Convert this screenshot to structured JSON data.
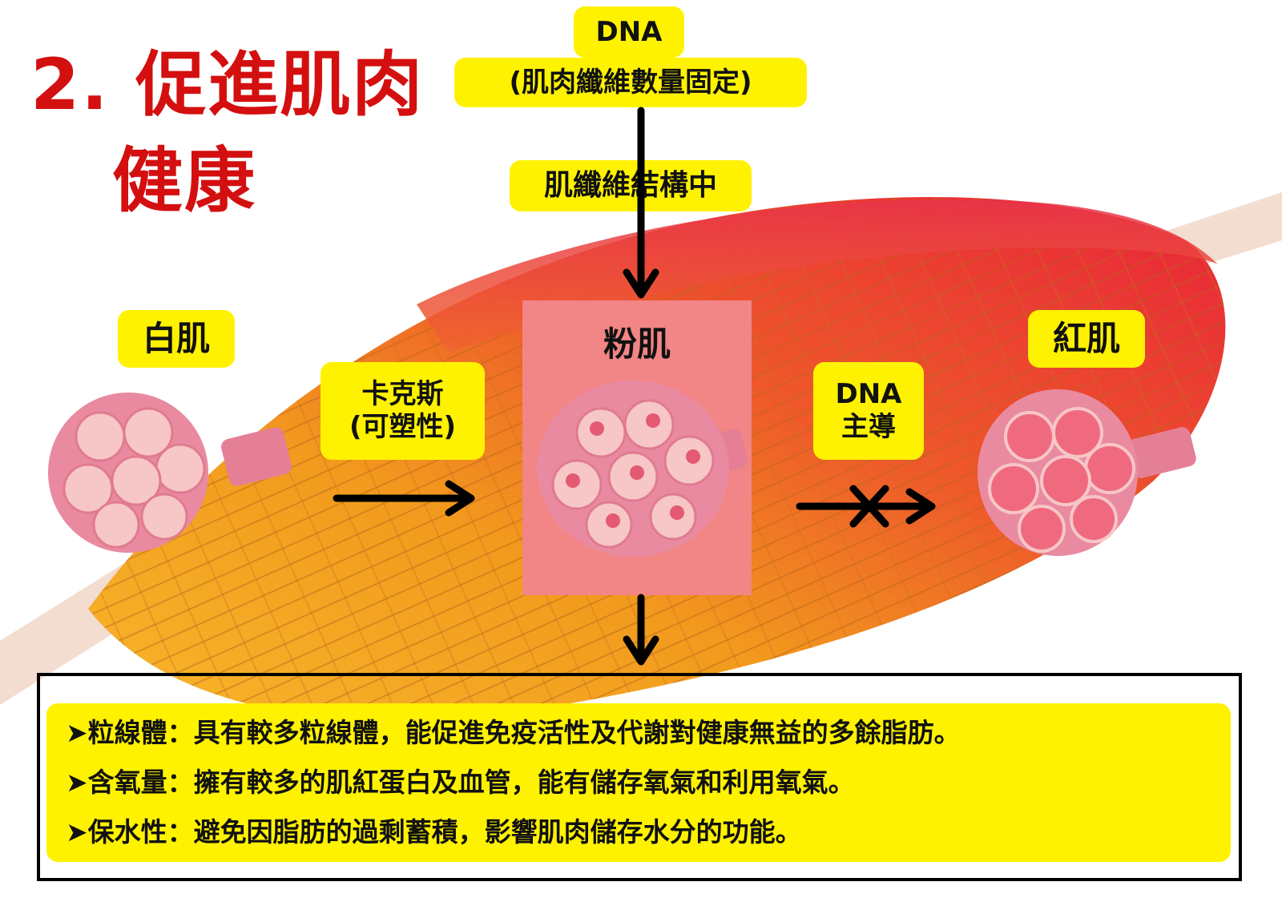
{
  "title": {
    "line1": "2. 促進肌肉",
    "line2": "健康"
  },
  "labels": {
    "dna_top": "DNA",
    "dna_fixed": "(肌肉纖維數量固定)",
    "structure": "肌纖維結構中",
    "white": "白肌",
    "pink": "粉肌",
    "red": "紅肌",
    "kakes_1": "卡克斯",
    "kakes_2": "(可塑性)",
    "dna_lead_1": "DNA",
    "dna_lead_2": "主導"
  },
  "info": [
    "➤粒線體：具有較多粒線體，能促進免疫活性及代謝對健康無益的多餘脂肪。",
    "➤含氧量：擁有較多的肌紅蛋白及血管，能有儲存氧氣和利用氧氣。",
    "➤保水性：避免因脂肪的過剩蓄積，影響肌肉儲存水分的功能。"
  ],
  "colors": {
    "title_red": "#d40f0f",
    "highlight_yellow": "#fff200",
    "pink_box": "#f28585"
  }
}
